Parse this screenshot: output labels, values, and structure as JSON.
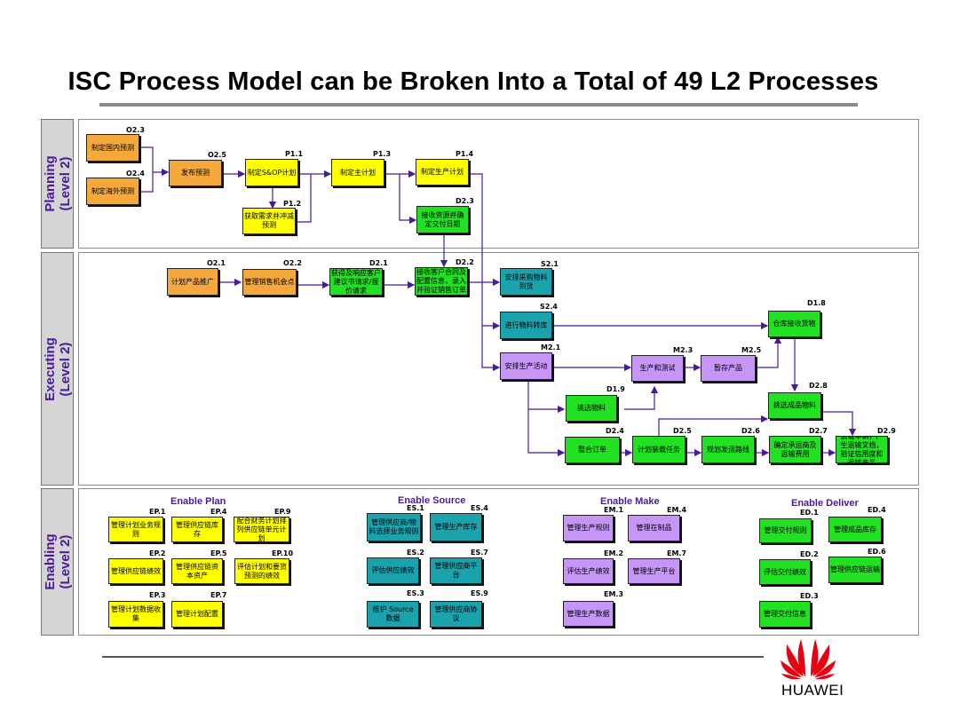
{
  "title": "ISC Process Model can be Broken Into a Total of 49 L2 Processes",
  "bands": {
    "planning": "Planning\n(Level 2)",
    "executing": "Executing\n(Level 2)",
    "enabling": "Enabling\n(Level 2)"
  },
  "planning": [
    {
      "code": "O2.3",
      "label": "制定国内预测"
    },
    {
      "code": "O2.4",
      "label": "制定海外预测"
    },
    {
      "code": "O2.5",
      "label": "发布预测"
    },
    {
      "code": "P1.1",
      "label": "制定S&OP计划"
    },
    {
      "code": "P1.2",
      "label": "获取需求并冲减预测"
    },
    {
      "code": "P1.3",
      "label": "制定主计划"
    },
    {
      "code": "P1.4",
      "label": "制定生产计划"
    },
    {
      "code": "D2.3",
      "label": "接收资源并确定交付日期"
    }
  ],
  "executing": [
    {
      "code": "O2.1",
      "label": "计划产品推广"
    },
    {
      "code": "O2.2",
      "label": "管理销售机会点"
    },
    {
      "code": "D2.1",
      "label": "获得及响应客户建议书请求/报价请求"
    },
    {
      "code": "D2.2",
      "label": "接收客户合同及配置信息，录入并验证销售订单"
    },
    {
      "code": "S2.1",
      "label": "安排采购物料到货"
    },
    {
      "code": "S2.4",
      "label": "进行物料转库"
    },
    {
      "code": "M2.1",
      "label": "安排生产活动"
    },
    {
      "code": "M2.3",
      "label": "生产和测试"
    },
    {
      "code": "M2.5",
      "label": "暂存产品"
    },
    {
      "code": "D1.8",
      "label": "仓库接收货物"
    },
    {
      "code": "D1.9",
      "label": "挑选物料"
    },
    {
      "code": "D2.8",
      "label": "挑选成品物料"
    },
    {
      "code": "D2.4",
      "label": "整合订单"
    },
    {
      "code": "D2.5",
      "label": "计划装载任务"
    },
    {
      "code": "D2.6",
      "label": "规划发运路线"
    },
    {
      "code": "D2.7",
      "label": "确定承运商及运输费用"
    },
    {
      "code": "D2.9",
      "label": "装载车辆，产生运输文档，验证信用度和运输产品"
    }
  ],
  "enabling": {
    "plan": {
      "title": "Enable Plan",
      "items": [
        {
          "code": "EP.1",
          "label": "管理计划业务规则"
        },
        {
          "code": "EP.4",
          "label": "管理供应链库存"
        },
        {
          "code": "EP.9",
          "label": "配合财务计划排列供应链单元计划"
        },
        {
          "code": "EP.2",
          "label": "管理供应链绩效"
        },
        {
          "code": "EP.5",
          "label": "管理供应链资本资产"
        },
        {
          "code": "EP.10",
          "label": "评估计划和要货预测的绩效"
        },
        {
          "code": "EP.3",
          "label": "管理计划数据收集"
        },
        {
          "code": "EP.7",
          "label": "管理计划配置"
        }
      ]
    },
    "source": {
      "title": "Enable Source",
      "items": [
        {
          "code": "ES.1",
          "label": "管理供应商/物料选择业务规则"
        },
        {
          "code": "ES.4",
          "label": "管理生产库存"
        },
        {
          "code": "ES.2",
          "label": "评估供应绩效"
        },
        {
          "code": "ES.7",
          "label": "管理供应商平台"
        },
        {
          "code": "ES.3",
          "label": "维护 Source 数据"
        },
        {
          "code": "ES.9",
          "label": "管理供应商协议"
        }
      ]
    },
    "make": {
      "title": "Enable Make",
      "items": [
        {
          "code": "EM.1",
          "label": "管理生产规则"
        },
        {
          "code": "EM.4",
          "label": "管理在制品"
        },
        {
          "code": "EM.2",
          "label": "评估生产绩效"
        },
        {
          "code": "EM.7",
          "label": "管理生产平台"
        },
        {
          "code": "EM.3",
          "label": "管理生产数据"
        }
      ]
    },
    "deliver": {
      "title": "Enable Deliver",
      "items": [
        {
          "code": "ED.1",
          "label": "管理交付规则"
        },
        {
          "code": "ED.4",
          "label": "管理成品库存"
        },
        {
          "code": "ED.2",
          "label": "评估交付绩效"
        },
        {
          "code": "ED.6",
          "label": "管理供应链运输"
        },
        {
          "code": "ED.3",
          "label": "管理交付信息"
        }
      ]
    }
  },
  "footer": {
    "brand": "HUAWEI"
  },
  "colors": {
    "accent": "#4b1a9a",
    "orange": "#f5a83c",
    "yellow": "#ffff00",
    "green": "#22e022",
    "teal": "#1aa2ad",
    "purple": "#c596f5"
  }
}
